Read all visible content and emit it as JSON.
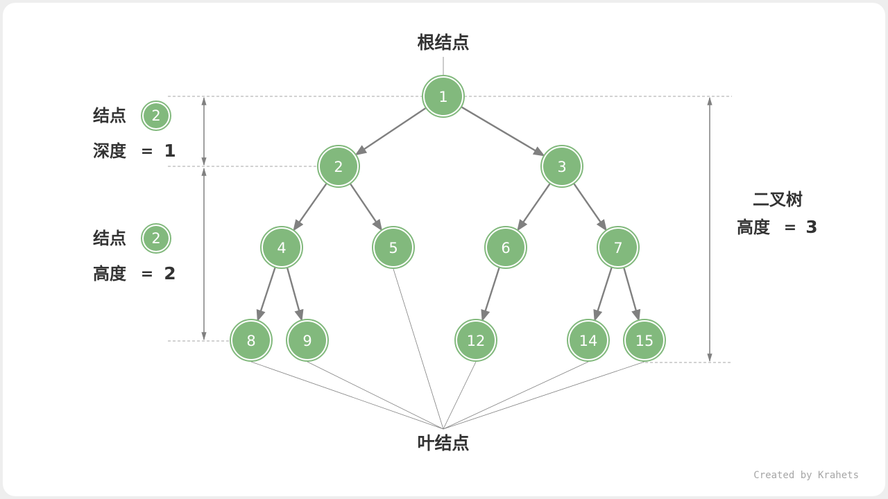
{
  "colors": {
    "node_fill": "#82b97d",
    "node_ring": "#82b97d",
    "edge": "#808080",
    "text": "#333333",
    "guide": "#a6a6a6"
  },
  "labels": {
    "root": "根结点",
    "leaf": "叶结点",
    "node_word": "结点",
    "depth_word": "深度",
    "height_word": "高度",
    "equals": "=",
    "depth_value": "1",
    "node_height_value": "2",
    "tree_title": "二叉树",
    "tree_height_value": "3",
    "credit": "Created by Krahets"
  },
  "example_node": "2",
  "tree": {
    "nodes": [
      {
        "id": "n1",
        "value": "1"
      },
      {
        "id": "n2",
        "value": "2"
      },
      {
        "id": "n3",
        "value": "3"
      },
      {
        "id": "n4",
        "value": "4"
      },
      {
        "id": "n5",
        "value": "5"
      },
      {
        "id": "n6",
        "value": "6"
      },
      {
        "id": "n7",
        "value": "7"
      },
      {
        "id": "n8",
        "value": "8"
      },
      {
        "id": "n9",
        "value": "9"
      },
      {
        "id": "n12",
        "value": "12"
      },
      {
        "id": "n14",
        "value": "14"
      },
      {
        "id": "n15",
        "value": "15"
      }
    ],
    "edges": [
      [
        "n1",
        "n2"
      ],
      [
        "n1",
        "n3"
      ],
      [
        "n2",
        "n4"
      ],
      [
        "n2",
        "n5"
      ],
      [
        "n3",
        "n6"
      ],
      [
        "n3",
        "n7"
      ],
      [
        "n4",
        "n8"
      ],
      [
        "n4",
        "n9"
      ],
      [
        "n6",
        "n12"
      ],
      [
        "n7",
        "n14"
      ],
      [
        "n7",
        "n15"
      ]
    ],
    "leaves": [
      "n8",
      "n9",
      "n5",
      "n12",
      "n14",
      "n15"
    ]
  }
}
